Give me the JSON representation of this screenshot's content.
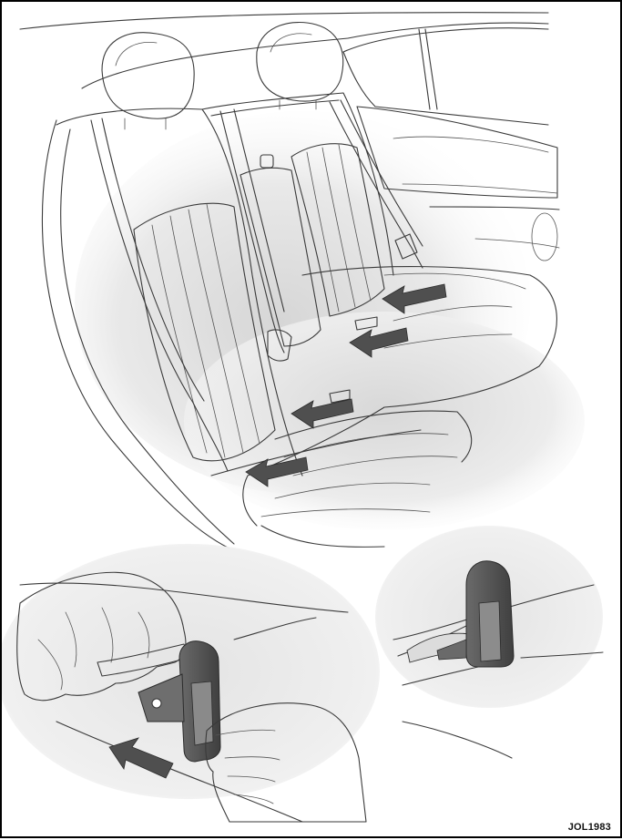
{
  "figure": {
    "reference_code": "JOL1983",
    "colors": {
      "line": "#3a3a3a",
      "shade": "#e2e2e2",
      "arrow": "#4f4f4f",
      "tab": "#5a5a5a"
    },
    "panels": [
      {
        "id": "rear-seat-overview",
        "arrow_count": 4
      },
      {
        "id": "hands-inserting-tab",
        "arrow_count": 1
      },
      {
        "id": "tab-installed-detail",
        "arrow_count": 0
      }
    ]
  }
}
